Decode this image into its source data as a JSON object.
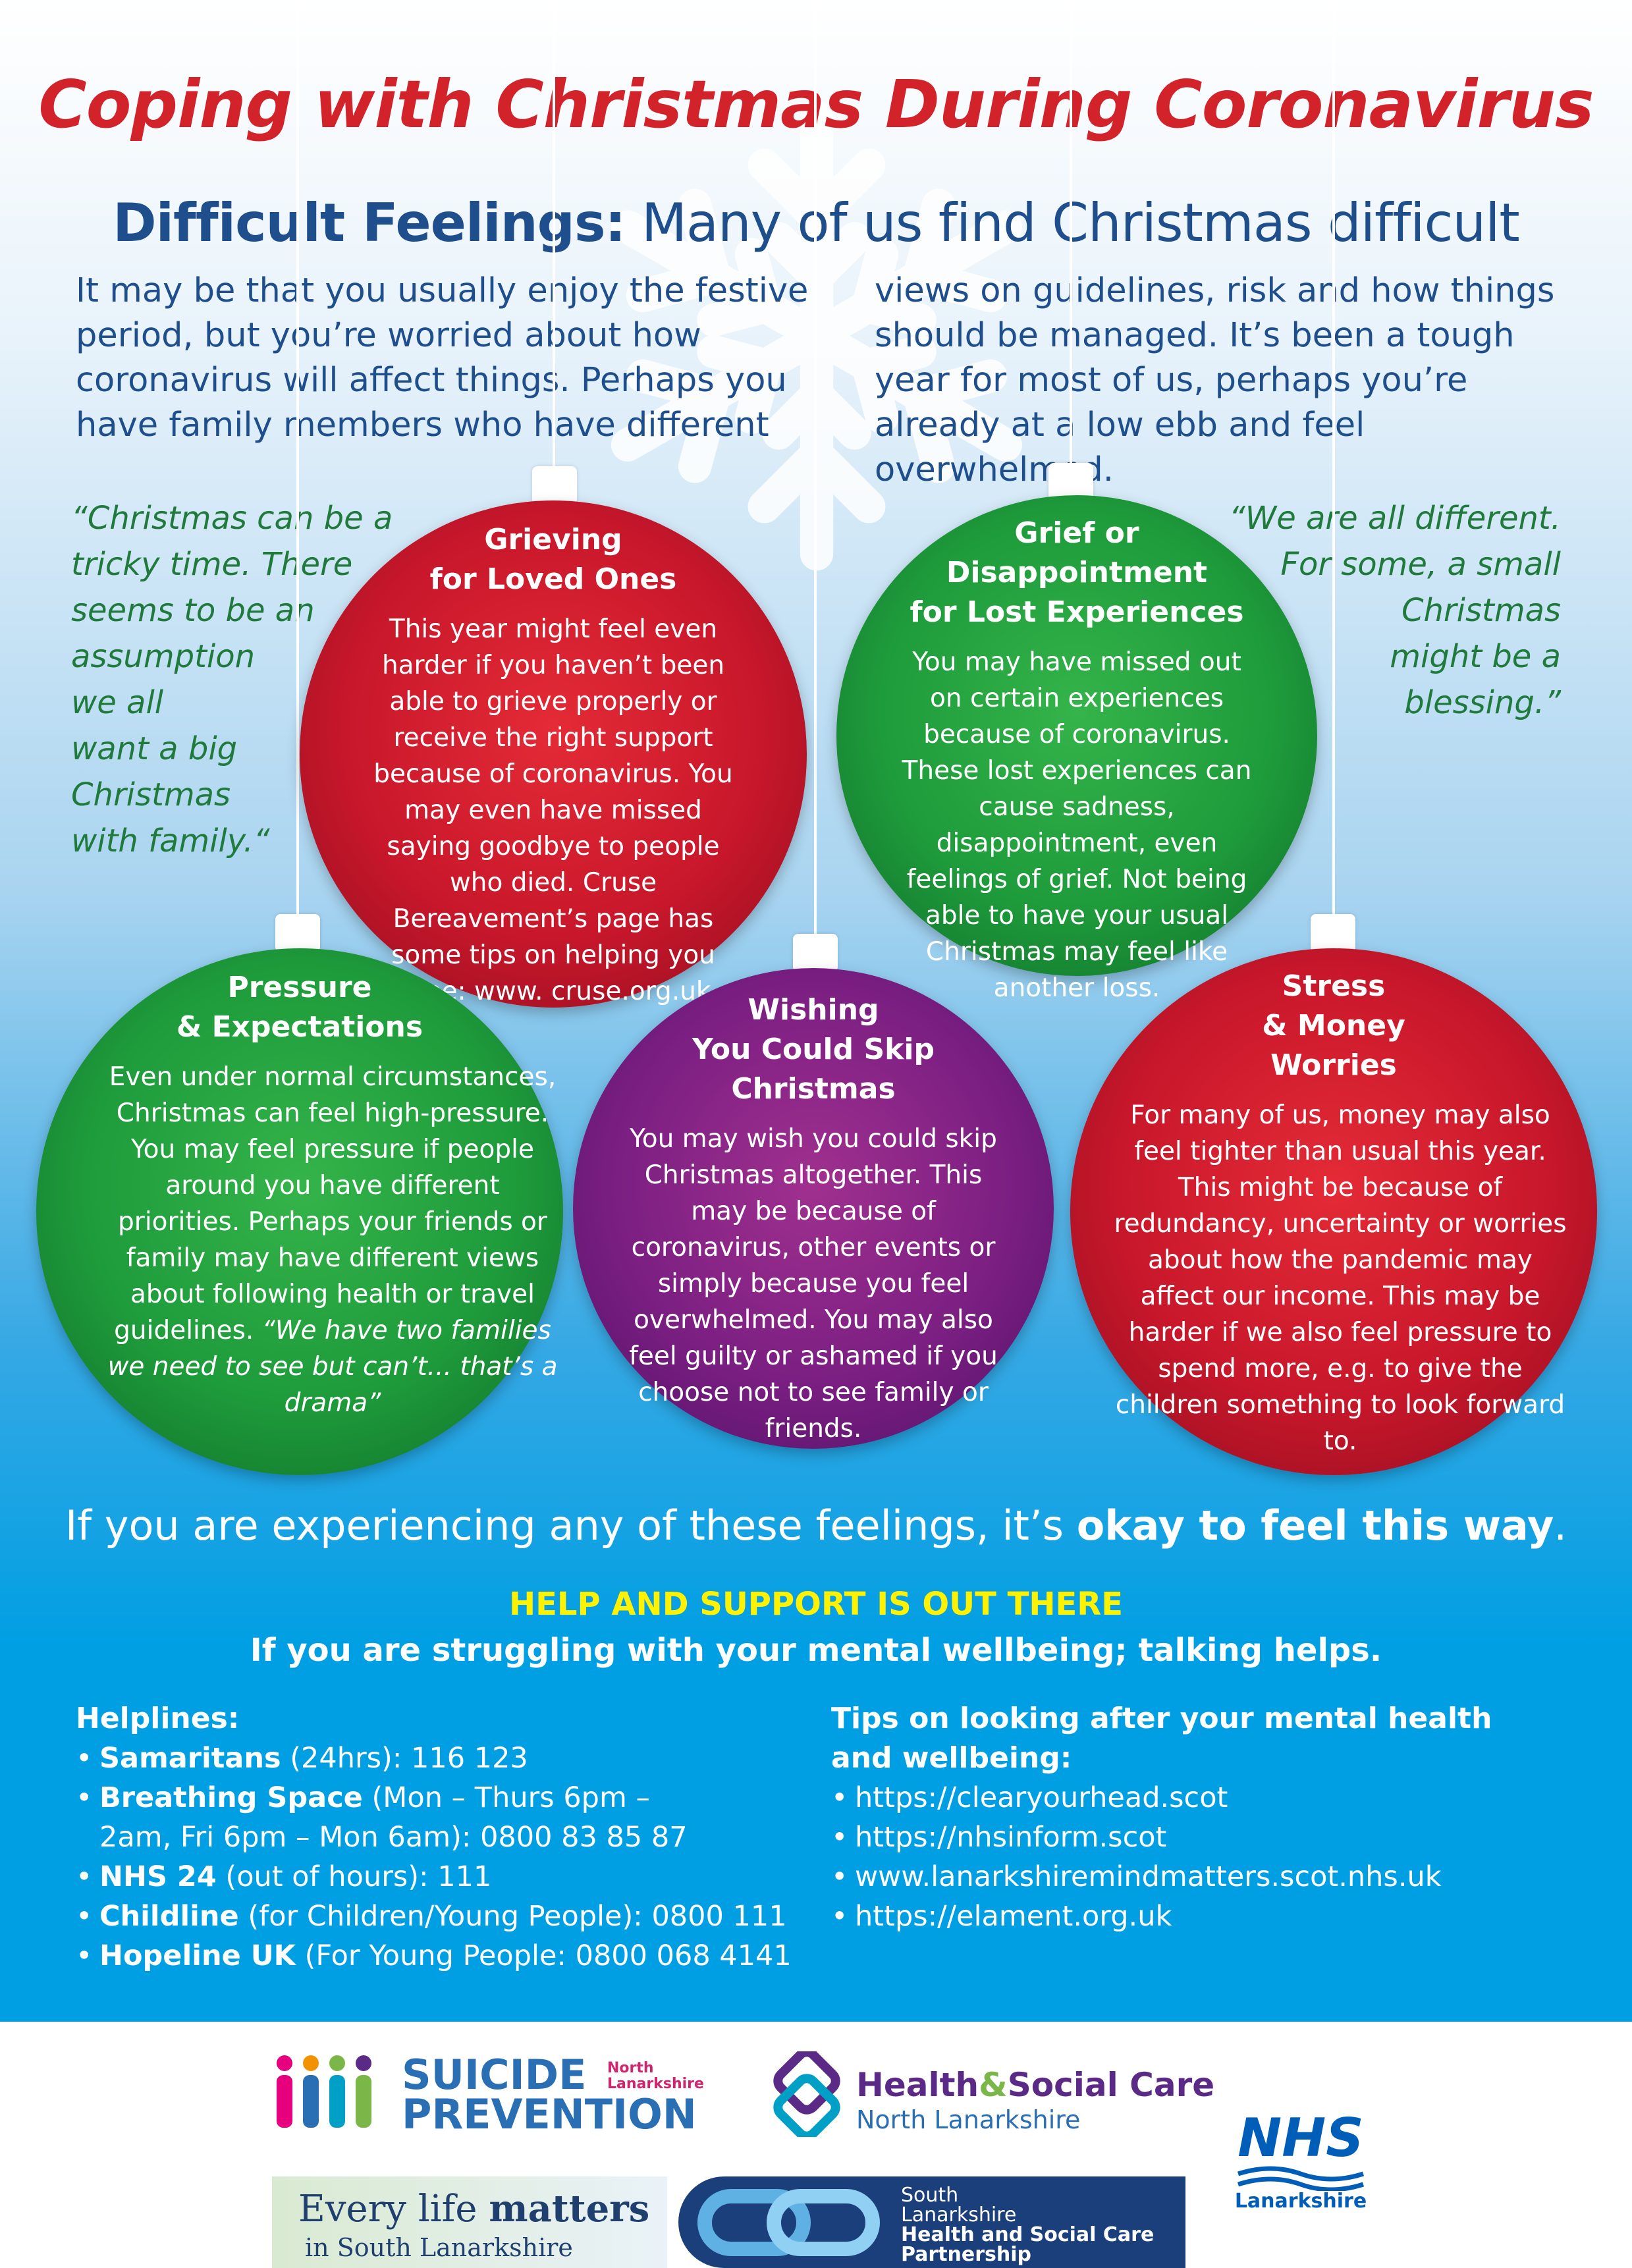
{
  "header": {
    "title": "Coping with Christmas During Coronavirus",
    "subtitle_bold": "Difficult Feelings:",
    "subtitle_rest": " Many of us find Christmas difficult"
  },
  "intro": {
    "left": "It may be that you usually enjoy the festive period, but you’re worried about how coronavirus will affect things. Perhaps you have family members who have different",
    "right": "views on guidelines, risk and how things should be managed. It’s been a tough year for most of us, perhaps you’re already at a low ebb and feel overwhelmed."
  },
  "quotes": {
    "left": "“Christmas can be a\ntricky time. There\nseems to be an\nassumption\nwe all\nwant a big\nChristmas\nwith family.“",
    "right": "“We are all different.\nFor some, a small\nChristmas\nmight be a\nblessing.”"
  },
  "baubles": {
    "grieving": {
      "title": "Grieving\nfor Loved Ones",
      "body": "This year might feel even harder if you haven’t been able to grieve properly or receive the right support because of coronavirus. You may even have missed saying goodbye to people who died. Cruse Bereavement’s page has some tips on helping you cope: www. cruse.org.uk"
    },
    "grief": {
      "title": "Grief or\nDisappointment\nfor Lost Experiences",
      "body": "You may have missed out on certain experiences because of coronavirus. These lost experiences can cause sadness, disappointment, even feelings of grief. Not being able to have your usual Christmas may feel like another loss."
    },
    "pressure": {
      "title": "Pressure\n& Expectations",
      "body": "Even under normal circumstances, Christmas can feel high-pressure. You may feel pressure if people around you have different priorities. Perhaps your friends or family may have different views about following health or travel guidelines.",
      "quote": "“We have two families we need to see but can’t... that’s a drama”"
    },
    "skip": {
      "title": "Wishing\nYou Could Skip\nChristmas",
      "body": "You may wish you could skip Christmas altogether. This may be because of coronavirus, other events or simply because you feel overwhelmed. You may also feel guilty or ashamed if you choose not to see family or friends."
    },
    "stress": {
      "title": "Stress\n& Money\nWorries",
      "body": "For many of us, money may also feel tighter than usual this year. This might be because of redundancy, uncertainty or worries about how the pandemic may affect our income. This may be harder if we also feel pressure to spend more, e.g. to give the children something to look forward to."
    }
  },
  "okay": {
    "prefix": "If you are experiencing any of these feelings, it’s ",
    "bold": "okay to feel this way",
    "suffix": "."
  },
  "help": {
    "heading": "HELP AND SUPPORT IS OUT THERE",
    "subheading": "If you are struggling with your mental wellbeing; talking helps."
  },
  "helplines": {
    "heading": "Helplines:",
    "items": [
      {
        "name": "Samaritans",
        "detail": " (24hrs): 116 123"
      },
      {
        "name": "Breathing Space",
        "detail": " (Mon – Thurs 6pm – 2am, Fri 6pm – Mon 6am): 0800 83 85 87"
      },
      {
        "name": "NHS 24",
        "detail": " (out of hours): 111"
      },
      {
        "name": "Childline",
        "detail": " (for Children/Young People): 0800 111"
      },
      {
        "name": "Hopeline UK",
        "detail": " (For Young People: 0800 068 4141"
      }
    ]
  },
  "tips": {
    "heading": "Tips on looking after your mental health and wellbeing:",
    "links": [
      "https://clearyourhead.scot",
      "https://nhsinform.scot",
      "www.lanarkshiremindmatters.scot.nhs.uk",
      "https://elament.org.uk"
    ]
  },
  "logos": {
    "suicide_prevention": {
      "line1": "SUICIDE",
      "line2": "PREVENTION",
      "small1": "North",
      "small2": "Lanarkshire"
    },
    "hsc": {
      "part1": "Health",
      "amp": "&",
      "part2": "Social Care",
      "sub": "North Lanarkshire"
    },
    "nhs": {
      "mark": "NHS",
      "name": "Lanarkshire"
    },
    "every_life": {
      "line1a": "Every life ",
      "line1b": "matters",
      "line2": "in South Lanarkshire"
    },
    "slhscp": {
      "l1": "South",
      "l2": "Lanarkshire",
      "l3": "Health and Social Care",
      "l4": "Partnership"
    }
  },
  "colors": {
    "title_red": "#d2232a",
    "subtitle_blue": "#1f4e8c",
    "quote_green": "#1f7a3c",
    "bauble_red": "#c8172b",
    "bauble_green": "#1e9b3b",
    "bauble_purple": "#7b1f82",
    "help_yellow": "#fff200",
    "bottom_blue": "#009fe3"
  }
}
